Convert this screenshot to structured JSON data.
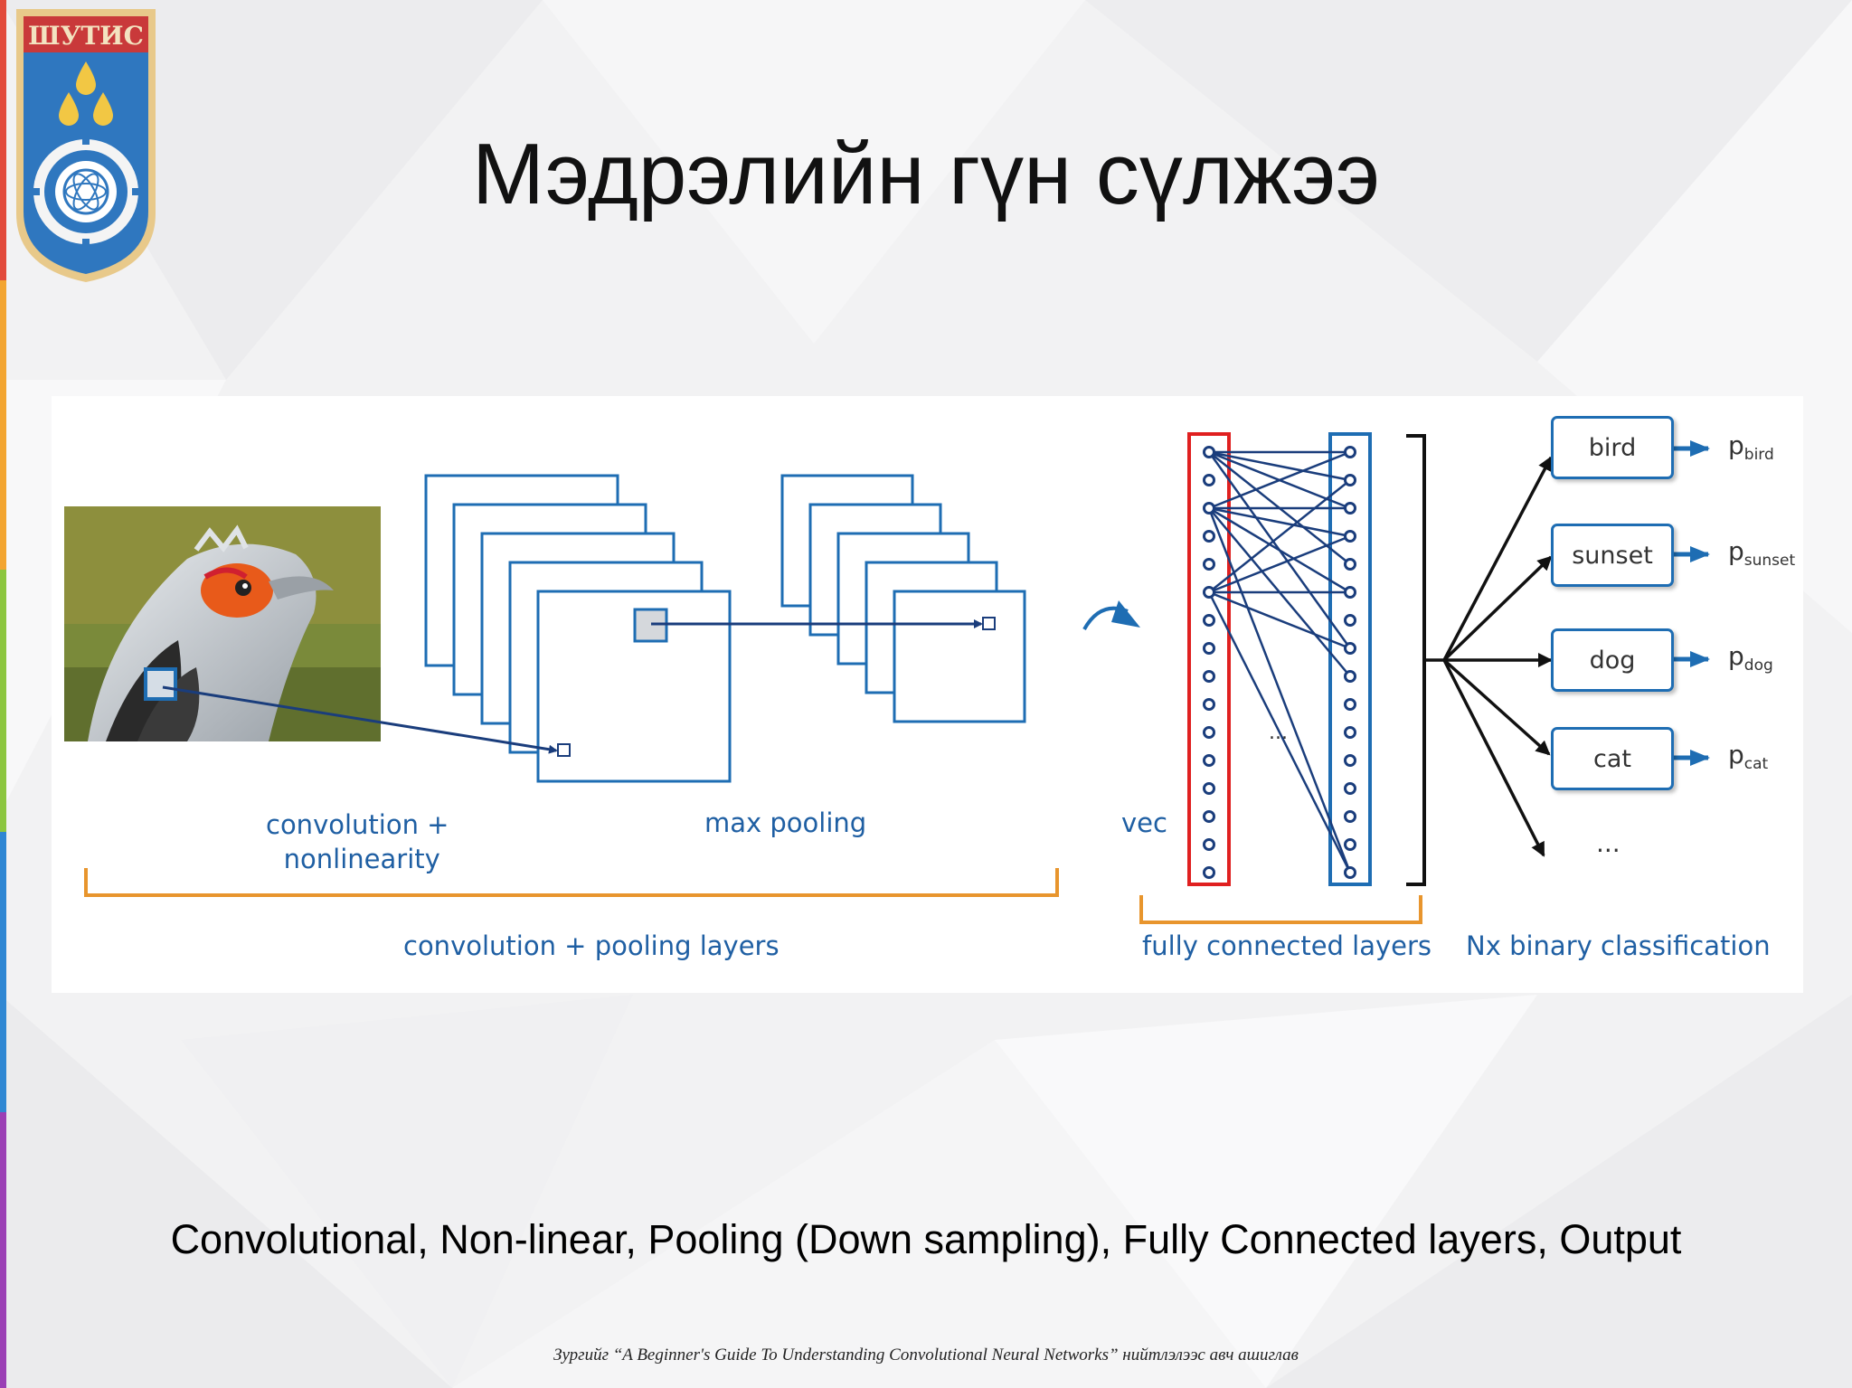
{
  "slide": {
    "logo_text": "ШУТИС",
    "title": "Мэдрэлийн гүн сүлжээ",
    "caption": "Convolutional, Non-linear, Pooling (Down sampling), Fully Connected layers, Output",
    "citation": "Зургийг “A Beginner's Guide To Understanding Convolutional Neural Networks” нийтлэлээс авч ашиглав"
  },
  "diagram": {
    "labels": {
      "conv_line1": "convolution +",
      "conv_line2": "nonlinearity",
      "max_pooling": "max pooling",
      "vec": "vec",
      "conv_pool_layers": "convolution + pooling layers",
      "fc_layers": "fully connected layers",
      "nx_binary": "Nx binary classification",
      "fc_ellipsis": "...",
      "class_ellipsis": "..."
    },
    "classes": [
      {
        "label": "bird",
        "prob_sub": "bird"
      },
      {
        "label": "sunset",
        "prob_sub": "sunset"
      },
      {
        "label": "dog",
        "prob_sub": "dog"
      },
      {
        "label": "cat",
        "prob_sub": "cat"
      }
    ],
    "prob_symbol": "p",
    "colors": {
      "blue": "#1e6db3",
      "navy": "#1a3d7c",
      "orange": "#e8952d",
      "red": "#e02020",
      "label_blue": "#1f5fa3"
    }
  }
}
